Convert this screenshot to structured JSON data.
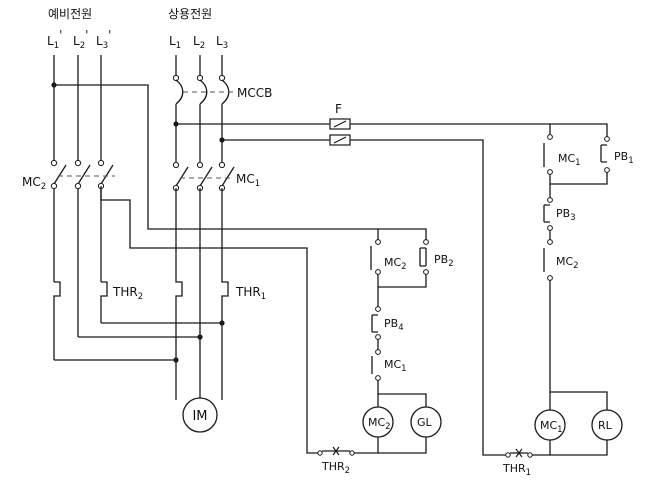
{
  "sources": {
    "reserve_power": "예비전원",
    "commercial_power": "상용전원"
  },
  "lines": {
    "reserve": [
      {
        "base": "L",
        "sub": "1",
        "mark": "'"
      },
      {
        "base": "L",
        "sub": "2",
        "mark": "'"
      },
      {
        "base": "L",
        "sub": "3",
        "mark": "'"
      }
    ],
    "commercial": [
      {
        "base": "L",
        "sub": "1"
      },
      {
        "base": "L",
        "sub": "2"
      },
      {
        "base": "L",
        "sub": "3"
      }
    ]
  },
  "labels": {
    "mccb": "MCCB",
    "fuse": "F",
    "mc2_main": {
      "base": "MC",
      "sub": "2"
    },
    "mc1_main": {
      "base": "MC",
      "sub": "1"
    },
    "thr2_main": {
      "base": "THR",
      "sub": "2"
    },
    "thr1_main": {
      "base": "THR",
      "sub": "1"
    },
    "motor": "IM"
  },
  "control_mid": {
    "mc2_contact": {
      "base": "MC",
      "sub": "2"
    },
    "pb2": {
      "base": "PB",
      "sub": "2"
    },
    "pb4": {
      "base": "PB",
      "sub": "4"
    },
    "mc1_contact": {
      "base": "MC",
      "sub": "1"
    },
    "coil": {
      "base": "MC",
      "sub": "2"
    },
    "lamp": "GL",
    "thr": {
      "base": "THR",
      "sub": "2"
    }
  },
  "control_right": {
    "mc1_contact": {
      "base": "MC",
      "sub": "1"
    },
    "pb1": {
      "base": "PB",
      "sub": "1"
    },
    "pb3": {
      "base": "PB",
      "sub": "3"
    },
    "mc2_contact": {
      "base": "MC",
      "sub": "2"
    },
    "coil": {
      "base": "MC",
      "sub": "1"
    },
    "lamp": "RL",
    "thr": {
      "base": "THR",
      "sub": "1"
    }
  }
}
